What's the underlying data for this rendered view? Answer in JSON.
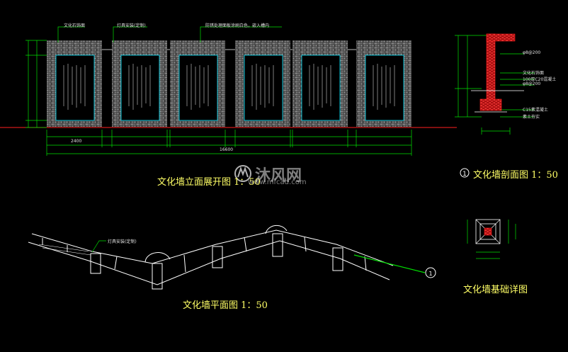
{
  "titles": {
    "elevation": "文化墙立面展开图 1：50",
    "section": "文化墙剖面图 1：50",
    "plan": "文化墙平面图 1：50",
    "foundation": "文化墙基础详图"
  },
  "section_marker": "1",
  "plan_marker": "1",
  "watermark": {
    "logo": "沐风网",
    "url": "www.mfcad.com"
  },
  "elevation_labels": {
    "callout1": "文化石饰面",
    "callout2": "灯具安装(定制)",
    "callout3": "防锈处理面板涂刷白色，嵌入槽内",
    "panel_dim": "2400",
    "overall_dim": "16600"
  },
  "section_labels": [
    "φ8@200",
    "文化石饰面",
    "100厚C20混凝土",
    "φ8@200",
    "C15素混凝土",
    "素土夯实"
  ],
  "plan_callout": "灯具安装(定制)",
  "colors": {
    "dim": "#00e000",
    "line": "#ffffff",
    "cyan": "#00e5ff",
    "red": "#ff2020",
    "title": "#ffff66"
  }
}
